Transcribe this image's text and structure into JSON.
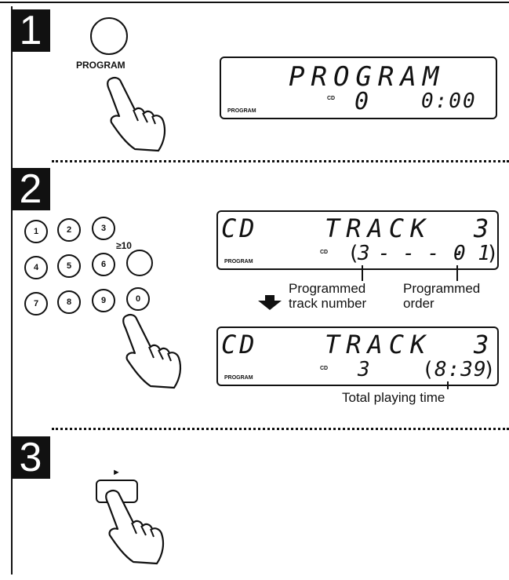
{
  "steps": [
    {
      "number": "1"
    },
    {
      "number": "2"
    },
    {
      "number": "3"
    }
  ],
  "step1": {
    "program_label": "PROGRAM",
    "display": {
      "main_text": "PROGRAM",
      "indicator": "PROGRAM",
      "source": "CD",
      "count": "0",
      "time": "0:00"
    }
  },
  "step2": {
    "keypad": [
      "1",
      "2",
      "3",
      "4",
      "5",
      "6",
      "7",
      "8",
      "9",
      "0"
    ],
    "ge10_label": "≥10",
    "display_a": {
      "left": "CD",
      "mode": "TRACK",
      "right_digit": "3",
      "indicator": "PROGRAM",
      "source": "CD",
      "track_number": "3",
      "dashes": "- - - -",
      "order": "0 1"
    },
    "display_b": {
      "left": "CD",
      "mode": "TRACK",
      "right_digit": "3",
      "indicator": "PROGRAM",
      "source": "CD",
      "track_number": "3",
      "total_time": "8:39"
    },
    "labels": {
      "programmed_track_line1": "Programmed",
      "programmed_track_line2": "track number",
      "programmed_order_line1": "Programmed",
      "programmed_order_line2": "order",
      "total_time": "Total playing time"
    }
  },
  "step3": {
    "play_symbol": "►"
  }
}
